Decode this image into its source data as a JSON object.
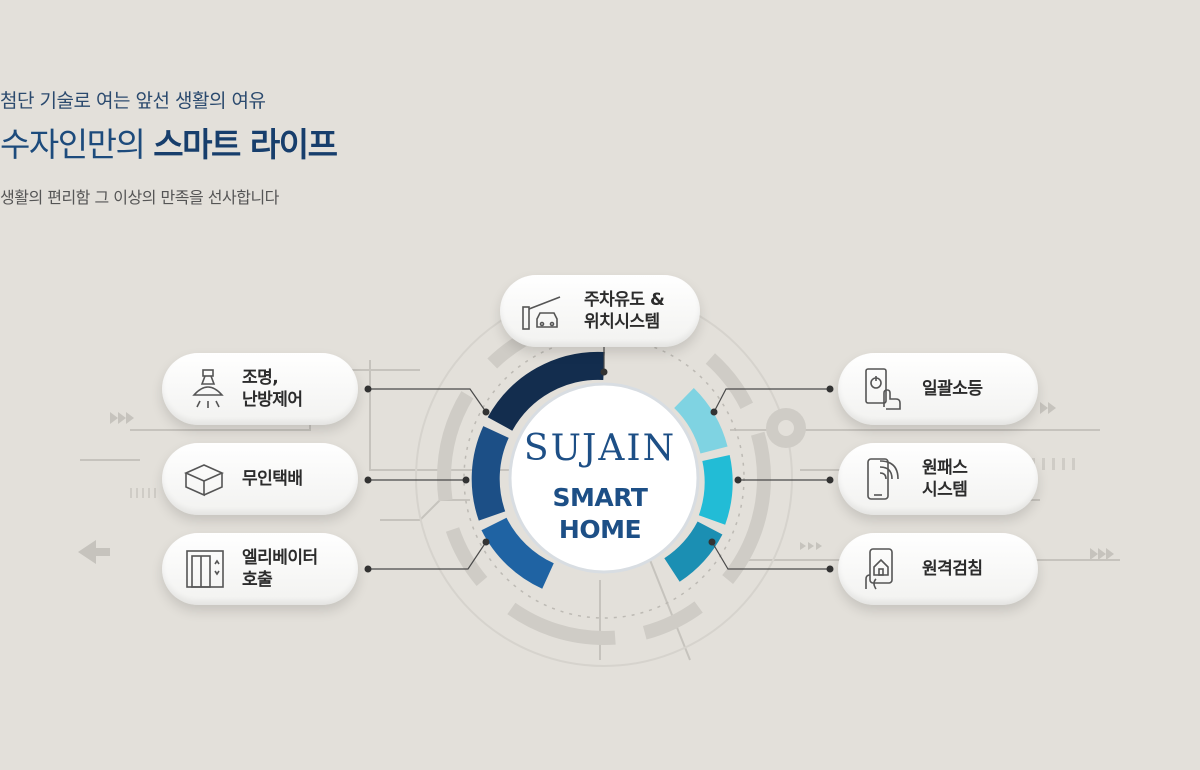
{
  "header": {
    "eyebrow": "첨단 기술로 여는 앞선 생활의 여유",
    "title_regular": "수자인만의 ",
    "title_bold": "스마트 라이프",
    "subtitle": "생활의 편리함 그 이상의 만족을 선사합니다"
  },
  "center": {
    "brand": "SUJAIN",
    "line1": "SMART",
    "line2": "HOME"
  },
  "features": {
    "parking": {
      "label": "주차유도 &\n위치시스템",
      "icon": "parking-barrier-car-icon"
    },
    "lighting": {
      "label": "조명,\n난방제어",
      "icon": "ceiling-lamp-icon"
    },
    "delivery": {
      "label": "무인택배",
      "icon": "package-box-icon"
    },
    "elevator": {
      "label": "엘리베이터\n호출",
      "icon": "elevator-icon"
    },
    "switch_off": {
      "label": "일괄소등",
      "icon": "power-touch-icon"
    },
    "onepass": {
      "label": "원패스\n시스템",
      "icon": "smartphone-wireless-icon"
    },
    "meter": {
      "label": "원격검침",
      "icon": "phone-home-icon"
    }
  },
  "colors": {
    "navy": "#1d4f86",
    "dark_navy": "#173e6c",
    "cyan": "#22bcd6",
    "background": "#e3e0da"
  }
}
